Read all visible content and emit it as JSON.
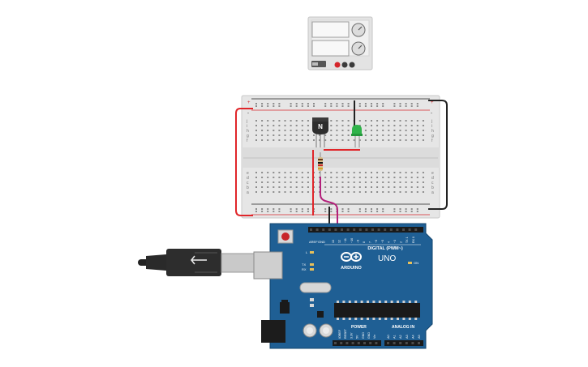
{
  "breadboard": {
    "row_labels_top": [
      "j",
      "i",
      "h",
      "g",
      "f"
    ],
    "row_labels_bottom": [
      "e",
      "d",
      "c",
      "b",
      "a"
    ],
    "rail_plus": "+",
    "rail_minus": "-"
  },
  "transistor": {
    "label": "N"
  },
  "arduino": {
    "model": "UNO",
    "brand": "ARDUINO",
    "digital_header": "DIGITAL (PWM~)",
    "power_header": "POWER",
    "analog_header": "ANALOG IN",
    "tx_label": "TX",
    "rx_label": "RX",
    "l_label": "L",
    "on_label": "ON",
    "aref": "AREF",
    "gnd": "GND",
    "digital_pins": [
      "13",
      "12",
      "~11",
      "~10",
      "~9",
      "8",
      "7",
      "~6",
      "~5",
      "4",
      "~3",
      "2",
      "TX 1",
      "RX 0"
    ],
    "power_pins": [
      "IOREF",
      "RESET",
      "3.3V",
      "5V",
      "GND",
      "GND",
      "Vin"
    ],
    "analog_pins": [
      "A0",
      "A1",
      "A2",
      "A3",
      "A4",
      "A5"
    ]
  },
  "colors": {
    "board": "#1f5f94",
    "wire_red": "#e0262a",
    "wire_black": "#222222",
    "wire_magenta": "#b2207a",
    "led_green": "#2fb34a",
    "breadboard": "#e6e6e6"
  }
}
